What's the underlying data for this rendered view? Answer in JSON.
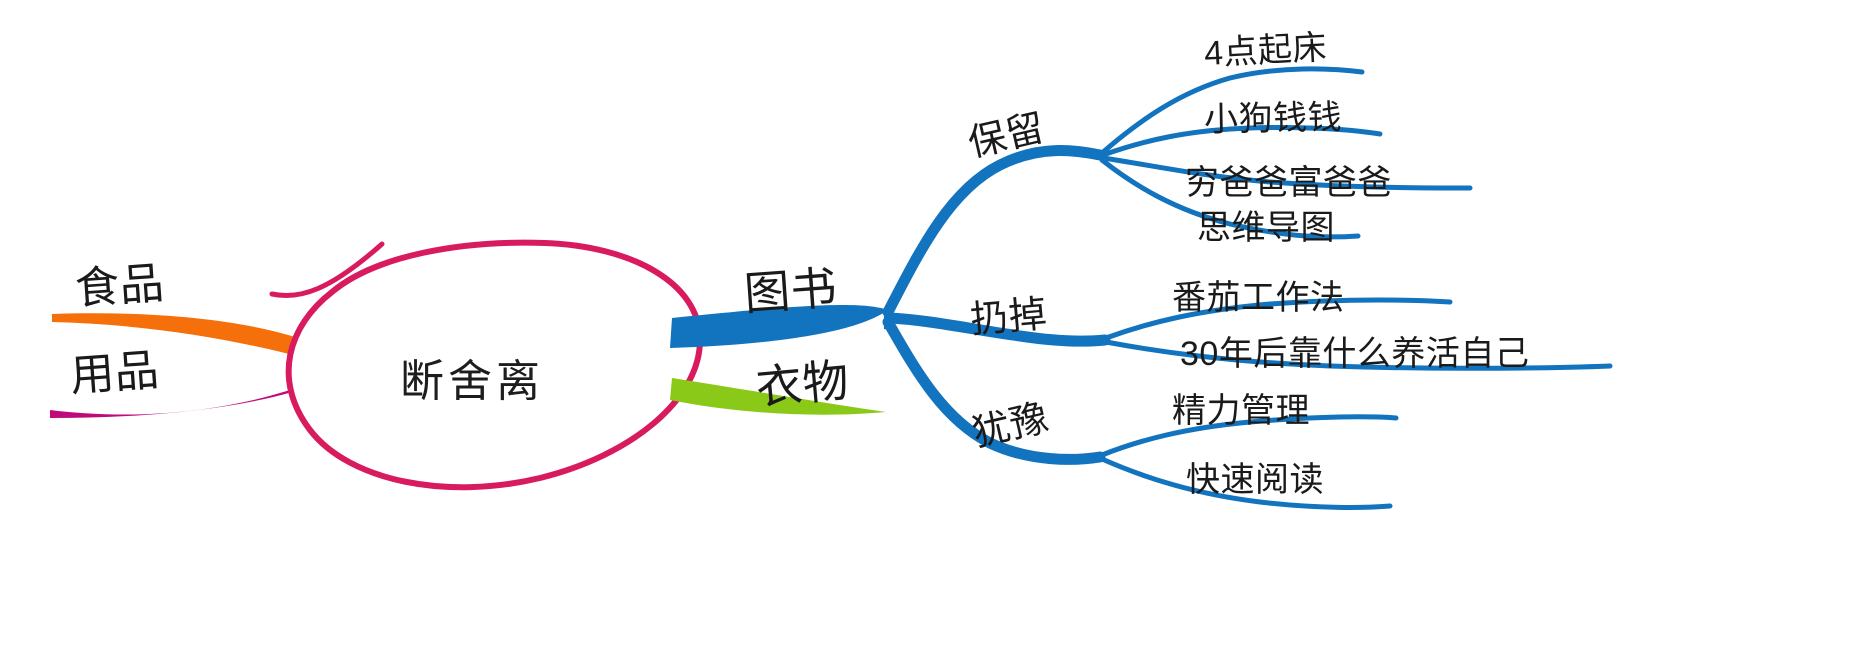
{
  "diagram": {
    "type": "mind-map",
    "title": "断舍离",
    "background_color": "#ffffff",
    "central_node": {
      "label": "断舍离",
      "shape": "hand-drawn-ellipse",
      "stroke_color": "#d81b5f",
      "text_color": "#1d1d1d"
    },
    "branches": [
      {
        "label": "食品",
        "color": "#f5700a",
        "side": "left",
        "children": []
      },
      {
        "label": "用品",
        "color": "#bf0a7c",
        "side": "left",
        "children": []
      },
      {
        "label": "图书",
        "color": "#1273be",
        "side": "right",
        "children": [
          {
            "label": "保留",
            "color": "#1273be",
            "children": [
              {
                "label": "4点起床"
              },
              {
                "label": "小狗钱钱"
              },
              {
                "label": "穷爸爸富爸爸"
              },
              {
                "label": "思维导图"
              }
            ]
          },
          {
            "label": "扔掉",
            "color": "#1273be",
            "children": [
              {
                "label": "番茄工作法"
              },
              {
                "label": "30年后靠什么养活自己"
              }
            ]
          },
          {
            "label": "犹豫",
            "color": "#1273be",
            "children": [
              {
                "label": "精力管理"
              },
              {
                "label": "快速阅读"
              }
            ]
          }
        ]
      },
      {
        "label": "衣物",
        "color": "#8bc919",
        "side": "right",
        "children": []
      }
    ]
  },
  "labels": {
    "central": "断舍离",
    "food": "食品",
    "supplies": "用品",
    "books": "图书",
    "clothes": "衣物",
    "keep": "保留",
    "discard": "扔掉",
    "hesitate": "犹豫",
    "leaf_1": "4点起床",
    "leaf_2": "小狗钱钱",
    "leaf_3": "穷爸爸富爸爸",
    "leaf_4": "思维导图",
    "leaf_5": "番茄工作法",
    "leaf_6": "30年后靠什么养活自己",
    "leaf_7": "精力管理",
    "leaf_8": "快速阅读"
  },
  "colors": {
    "orange": "#f5700a",
    "magenta": "#bf0a7c",
    "blue": "#1273be",
    "green": "#8bc919",
    "crimson": "#d81b5f",
    "text": "#1a1a1a"
  }
}
